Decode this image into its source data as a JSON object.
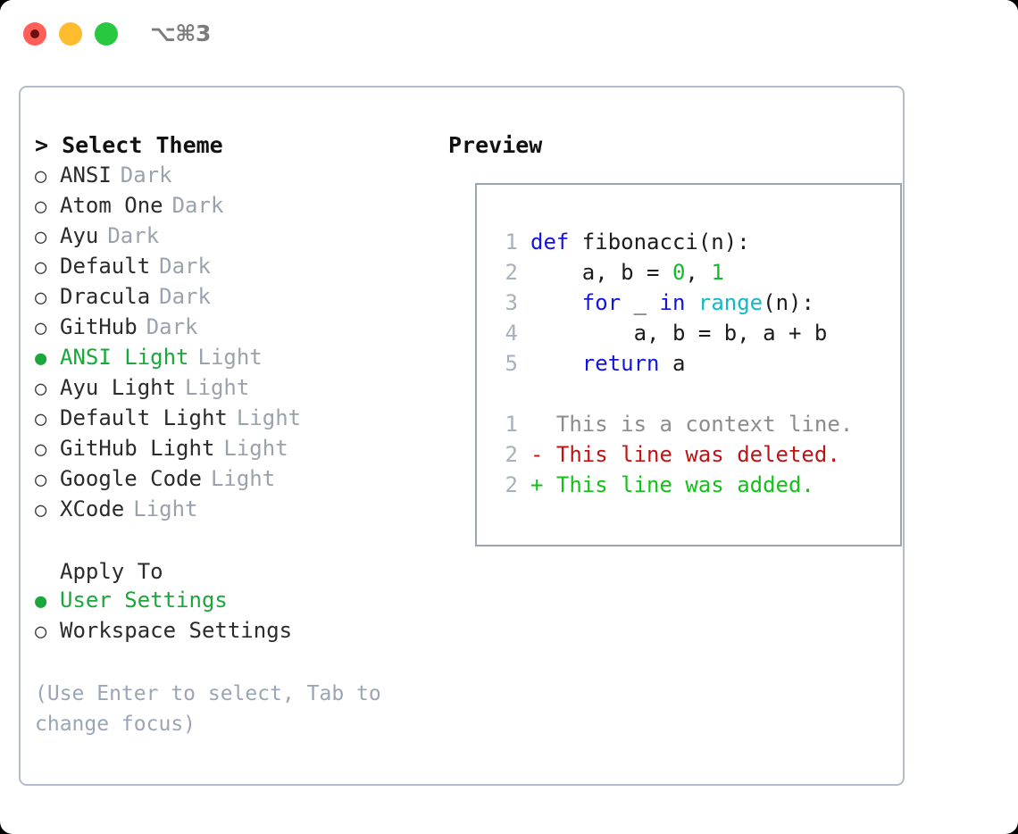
{
  "window": {
    "shortcut": "⌥⌘3",
    "controls": [
      {
        "name": "close",
        "color": "#ff5f57"
      },
      {
        "name": "minimize",
        "color": "#febc2e"
      },
      {
        "name": "maximize",
        "color": "#28c840"
      }
    ]
  },
  "theme_panel": {
    "heading": "> Select Theme",
    "bullet_selected": "●",
    "bullet_unselected": "○",
    "items": [
      {
        "name": "ANSI",
        "variant": "Dark",
        "selected": false
      },
      {
        "name": "Atom One",
        "variant": "Dark",
        "selected": false
      },
      {
        "name": "Ayu",
        "variant": "Dark",
        "selected": false
      },
      {
        "name": "Default",
        "variant": "Dark",
        "selected": false
      },
      {
        "name": "Dracula",
        "variant": "Dark",
        "selected": false
      },
      {
        "name": "GitHub",
        "variant": "Dark",
        "selected": false
      },
      {
        "name": "ANSI Light",
        "variant": "Light",
        "selected": true
      },
      {
        "name": "Ayu Light",
        "variant": "Light",
        "selected": false
      },
      {
        "name": "Default Light",
        "variant": "Light",
        "selected": false
      },
      {
        "name": "GitHub Light",
        "variant": "Light",
        "selected": false
      },
      {
        "name": "Google Code",
        "variant": "Light",
        "selected": false
      },
      {
        "name": "XCode",
        "variant": "Light",
        "selected": false
      }
    ]
  },
  "apply_to": {
    "heading": "Apply To",
    "options": [
      {
        "label": "User Settings",
        "selected": true
      },
      {
        "label": "Workspace Settings",
        "selected": false
      }
    ]
  },
  "hint": "(Use Enter to select, Tab to change focus)",
  "preview": {
    "heading": "Preview",
    "code_lines": [
      {
        "no": "1",
        "tokens": [
          {
            "t": "def ",
            "c": "kw"
          },
          {
            "t": "fibonacci(n):",
            "c": "plain"
          }
        ]
      },
      {
        "no": "2",
        "tokens": [
          {
            "t": "    a, b = ",
            "c": "plain"
          },
          {
            "t": "0",
            "c": "num"
          },
          {
            "t": ", ",
            "c": "plain"
          },
          {
            "t": "1",
            "c": "num"
          }
        ]
      },
      {
        "no": "3",
        "tokens": [
          {
            "t": "    ",
            "c": "plain"
          },
          {
            "t": "for",
            "c": "kw"
          },
          {
            "t": " _ ",
            "c": "plain"
          },
          {
            "t": "in",
            "c": "kw"
          },
          {
            "t": " ",
            "c": "plain"
          },
          {
            "t": "range",
            "c": "fn"
          },
          {
            "t": "(n):",
            "c": "plain"
          }
        ]
      },
      {
        "no": "4",
        "tokens": [
          {
            "t": "        a, b = b, a + b",
            "c": "plain"
          }
        ]
      },
      {
        "no": "5",
        "tokens": [
          {
            "t": "    ",
            "c": "plain"
          },
          {
            "t": "return",
            "c": "kw"
          },
          {
            "t": " a",
            "c": "plain"
          }
        ]
      }
    ],
    "diff_lines": [
      {
        "no": "1",
        "marker": "  ",
        "text": "This is a context line.",
        "kind": "ctx"
      },
      {
        "no": "2",
        "marker": "- ",
        "text": "This line was deleted.",
        "kind": "del"
      },
      {
        "no": "2",
        "marker": "+ ",
        "text": "This line was added.",
        "kind": "add"
      }
    ]
  },
  "colors": {
    "accent_green": "#19a839",
    "muted_gray": "#9aa3ad",
    "hint_gray": "#9aa5b5",
    "keyword_blue": "#1414e0",
    "function_cyan": "#11b8c8",
    "number_green": "#13ba2e",
    "diff_deleted_red": "#c01414",
    "diff_added_green": "#13c216",
    "panel_border": "#b3bcc9",
    "preview_border": "#9aa5b5"
  }
}
